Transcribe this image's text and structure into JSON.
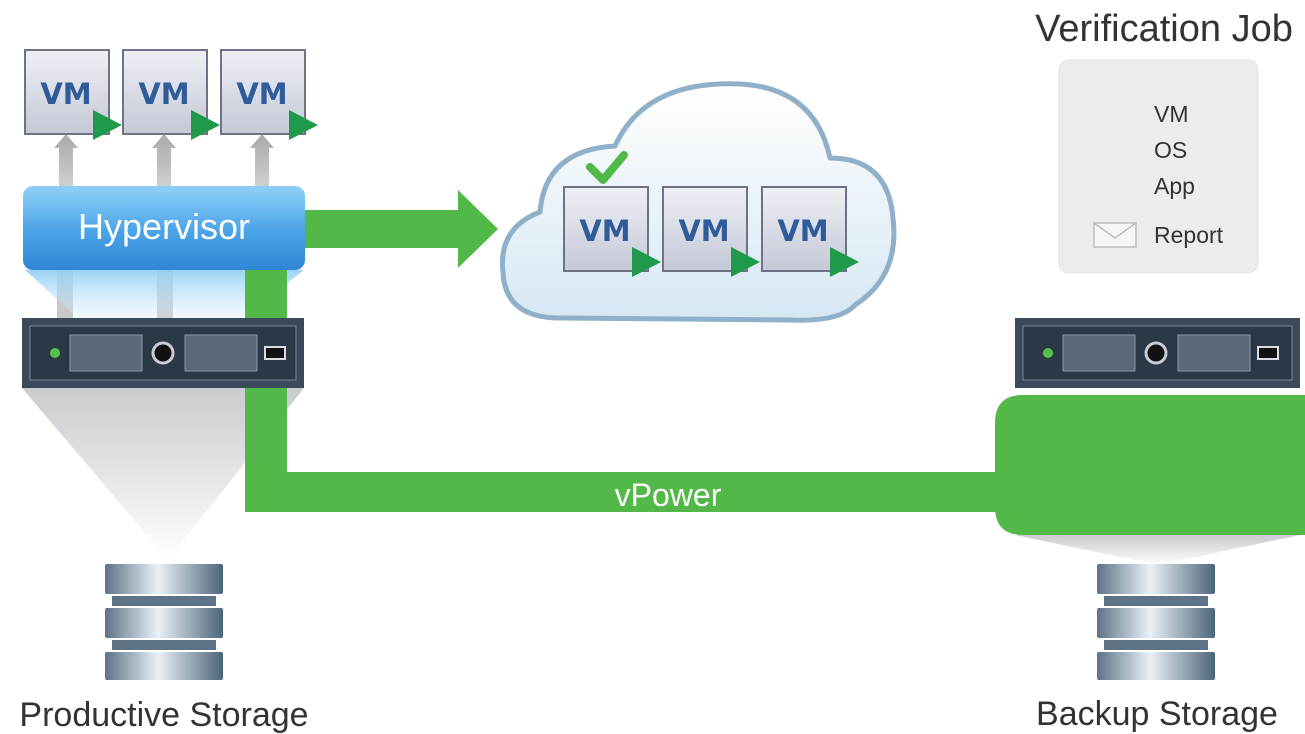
{
  "vm_label": "VM",
  "hypervisor": {
    "label": "Hypervisor"
  },
  "vpower": {
    "label": "vPower"
  },
  "productive_storage": {
    "label": "Productive Storage"
  },
  "backup_storage": {
    "label": "Backup Storage"
  },
  "verification_job": {
    "title": "Verification Job",
    "items": [
      "VM",
      "OS",
      "App"
    ],
    "report_label": "Report"
  },
  "colors": {
    "green": "#52b848",
    "hypervisor_blue": "#4aa3e8",
    "cloud_outline": "#8fb0c8",
    "server_body": "#3b4a5a",
    "vm_text": "#2e5b9a"
  }
}
